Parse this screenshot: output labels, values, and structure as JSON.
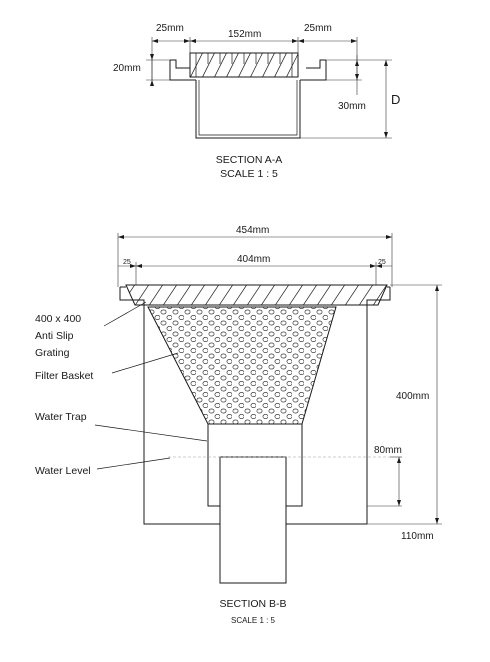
{
  "section_a": {
    "title": "SECTION A-A",
    "scale": "SCALE 1 : 5",
    "dims": {
      "left_flange": "25mm",
      "width": "152mm",
      "right_flange": "25mm",
      "flange_height": "20mm",
      "depth_30": "30mm",
      "depth_symbol": "D"
    }
  },
  "section_b": {
    "title": "SECTION B-B",
    "scale": "SCALE 1 : 5",
    "dims": {
      "overall": "454mm",
      "inner": "404mm",
      "left_25": "25",
      "right_25": "25",
      "height_400": "400mm",
      "water_80": "80mm",
      "outlet_110": "110mm"
    },
    "callouts": {
      "grating_line1": "400 x 400",
      "grating_line2": "Anti Slip",
      "grating_line3": "Grating",
      "filter_basket": "Filter Basket",
      "water_trap": "Water Trap",
      "water_level": "Water Level"
    }
  }
}
